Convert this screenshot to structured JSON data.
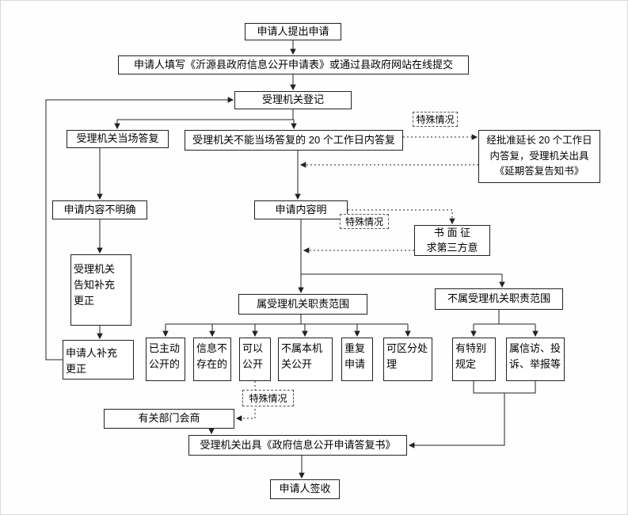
{
  "nodes": {
    "apply": "申请人提出申请",
    "fill": "申请人填写《沂源县政府信息公开申请表》或通过县政府网站在线提交",
    "register": "受理机关登记",
    "onspot": "受理机关当场答复",
    "notonspot": "受理机关不能当场答复的 20 个工作日内答复",
    "extend": "经批准延长 20 个工作日\n内答复，受理机关出具\n《延期答复告知书》",
    "unclear": "申请内容不明确",
    "clear": "申请内容明",
    "thirdparty": "书 面 征\n求第三方意",
    "notify": "受理机关\n告知补充\n更正",
    "supplement": "申请人补充\n更正",
    "inscope": "属受理机关职责范围",
    "outscope": "不属受理机关职责范围",
    "published": "已主动\n公开的",
    "notexist": "信息不\n存在的",
    "public": "可以\n公开",
    "notthis": "不属本机\n关公开",
    "repeat": "重复\n申请",
    "partial": "可区分处\n理",
    "specialrule": "有特别\n规定",
    "petition": "属信访、投\n诉、举报等",
    "consult": "有关部门会商",
    "reply": "受理机关出具《政府信息公开申请答复书》",
    "sign": "申请人签收"
  },
  "labels": {
    "special1": "特殊情况",
    "special2": "特殊情况",
    "special3": "特殊情况"
  },
  "colors": {
    "line": "#222222",
    "box_border": "#222222",
    "dashed_label_border": "#555555",
    "background": "#fefefe"
  }
}
